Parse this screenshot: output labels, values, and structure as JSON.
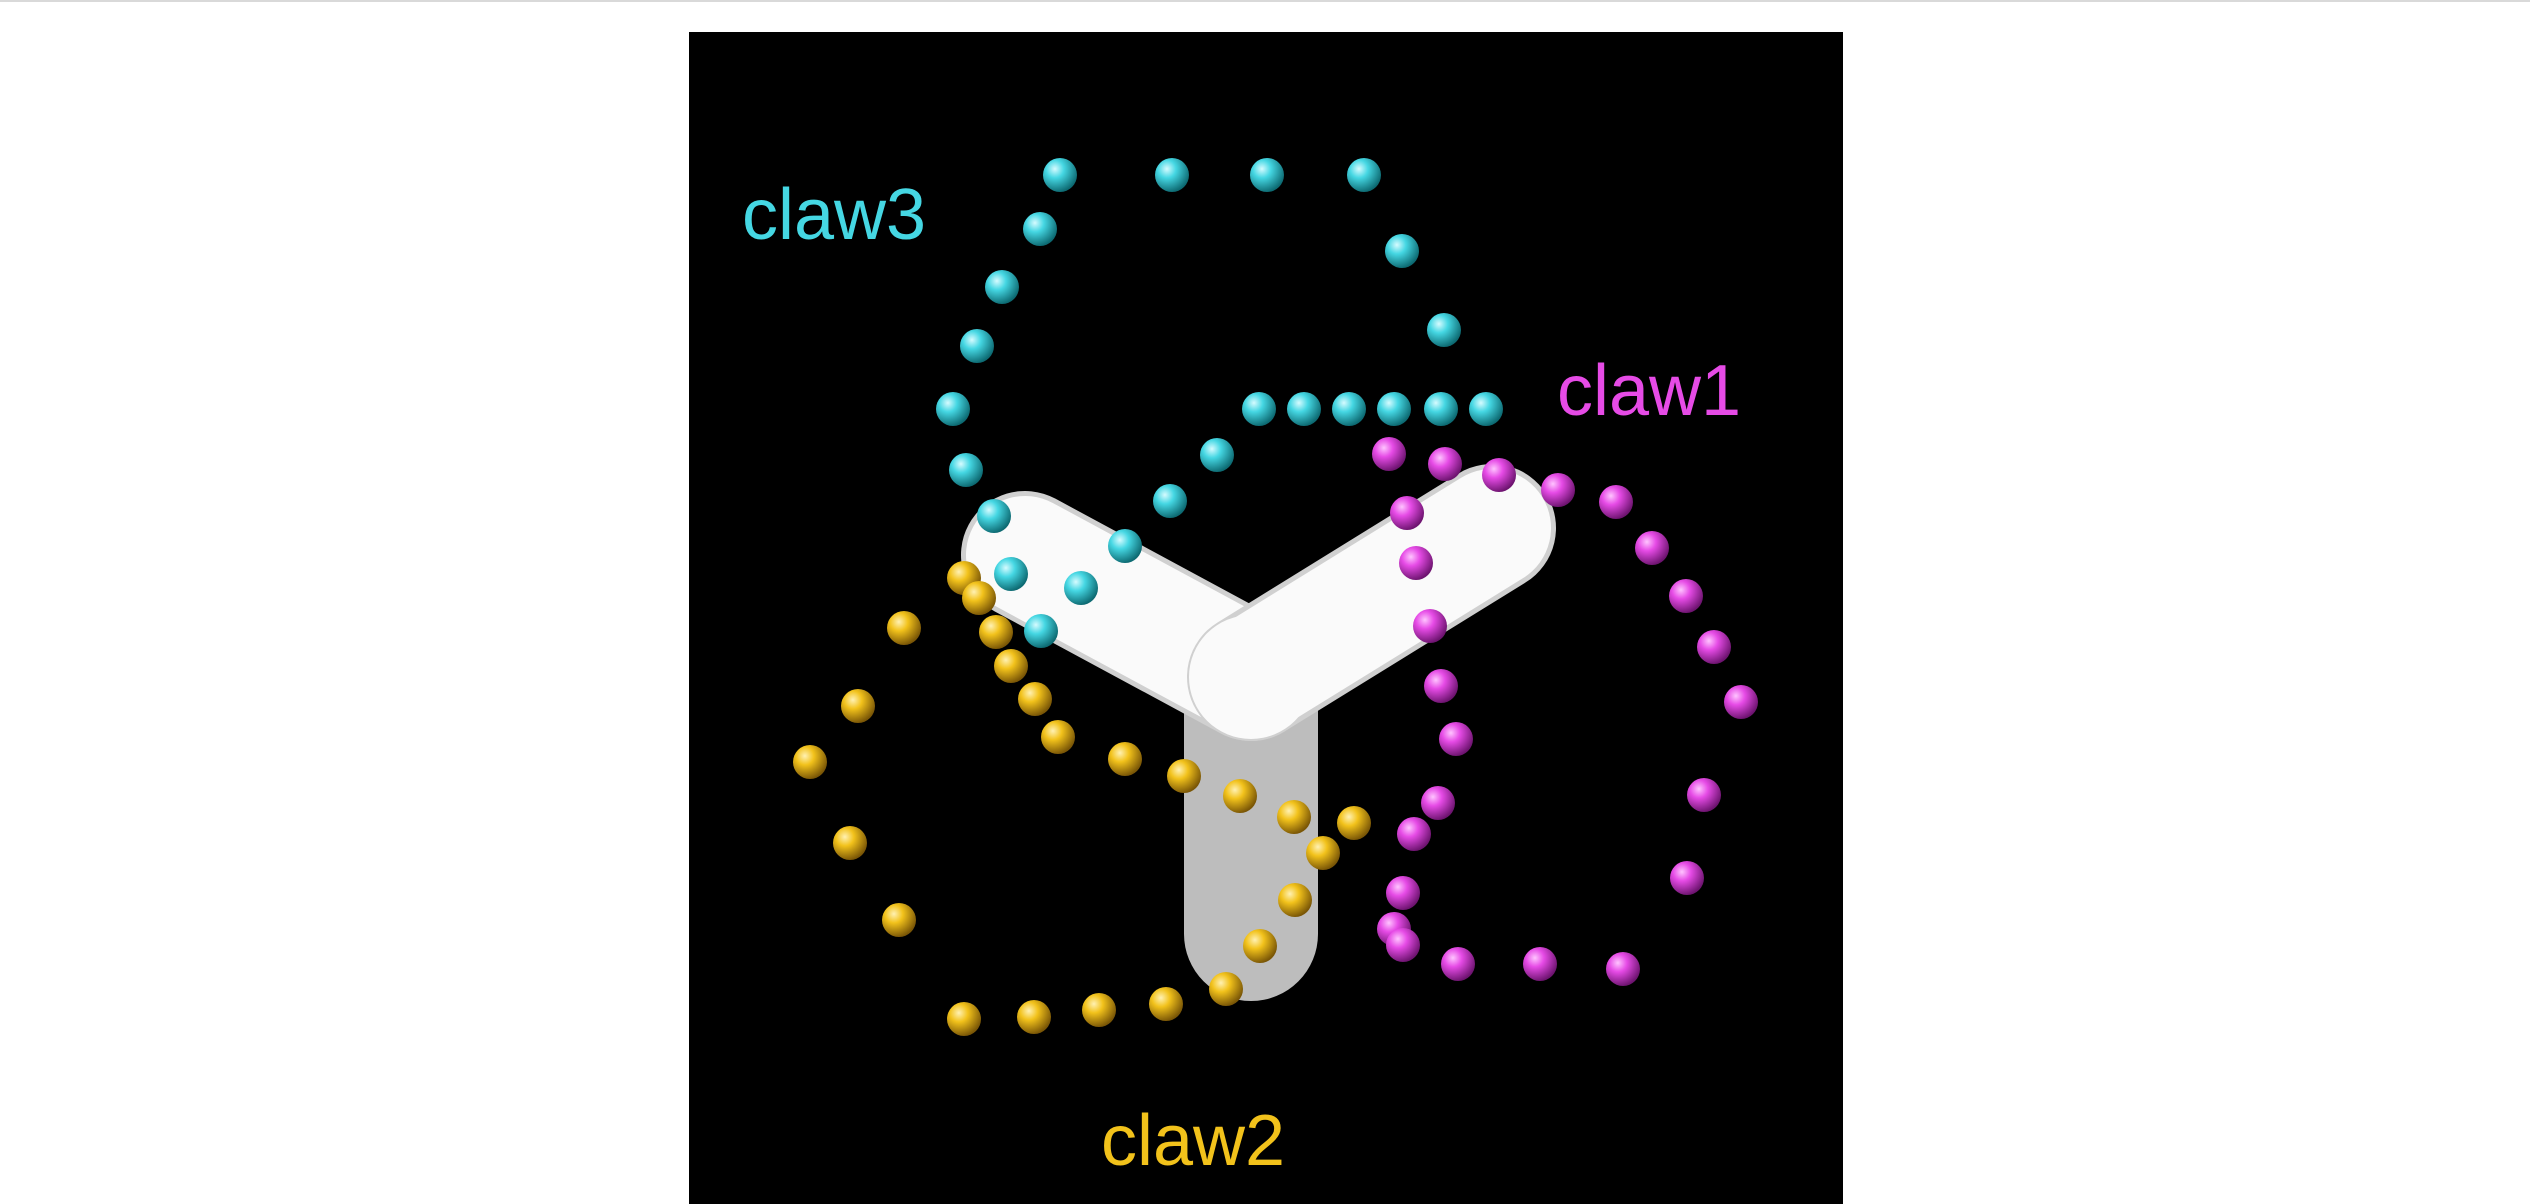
{
  "figure": {
    "background_color": "#000000",
    "connector_color": "#ffffff",
    "claws": [
      {
        "id": "claw1",
        "label": "claw1",
        "color": "#e64be6"
      },
      {
        "id": "claw2",
        "label": "claw2",
        "color": "#f2c21b"
      },
      {
        "id": "claw3",
        "label": "claw3",
        "color": "#45d7e3"
      }
    ]
  }
}
